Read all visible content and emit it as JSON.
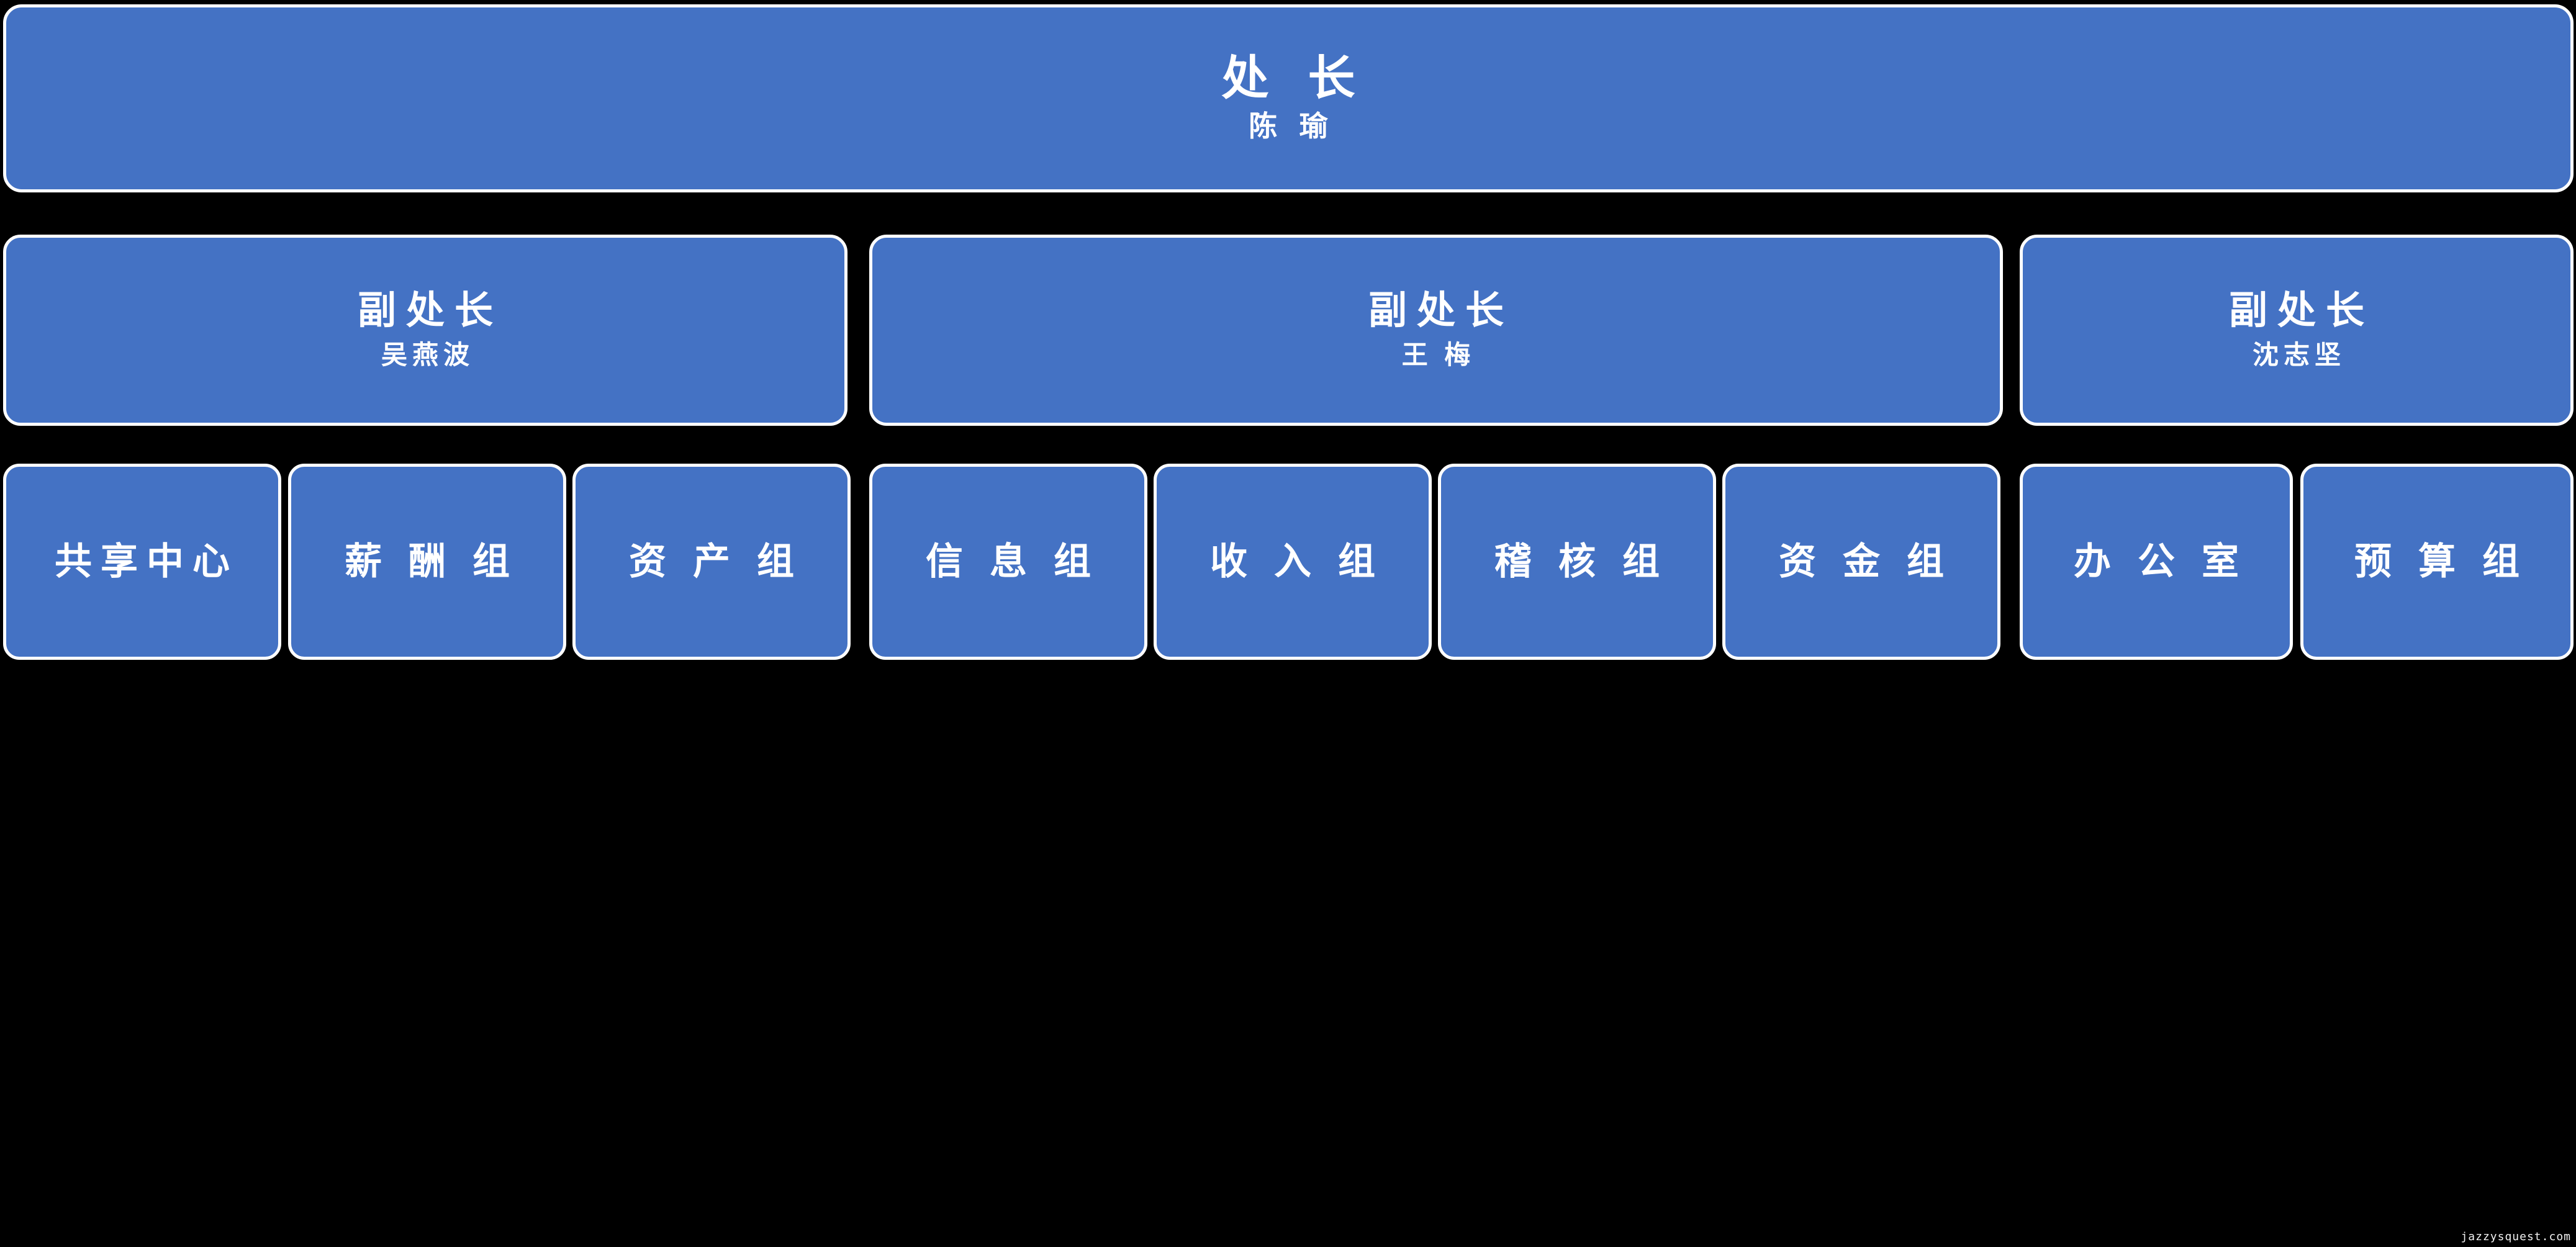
{
  "chart_type": "org-chart",
  "background_color": "#000000",
  "node_fill_color": "#4472C4",
  "node_border_color": "#FFFFFF",
  "node_text_color": "#FFFFFF",
  "levels": {
    "director": {
      "title": "处 长",
      "person": "陈 瑜"
    },
    "deputies": [
      {
        "title": "副处长",
        "person": "吴燕波"
      },
      {
        "title": "副处长",
        "person": "王 梅"
      },
      {
        "title": "副处长",
        "person": "沈志坚"
      }
    ],
    "teams": [
      {
        "label": "共享中心"
      },
      {
        "label": "薪 酬 组"
      },
      {
        "label": "资 产 组"
      },
      {
        "label": "信 息 组"
      },
      {
        "label": "收 入 组"
      },
      {
        "label": "稽 核 组"
      },
      {
        "label": "资 金 组"
      },
      {
        "label": "办 公 室"
      },
      {
        "label": "预 算 组"
      }
    ]
  },
  "watermark": "jazzysquest.com"
}
